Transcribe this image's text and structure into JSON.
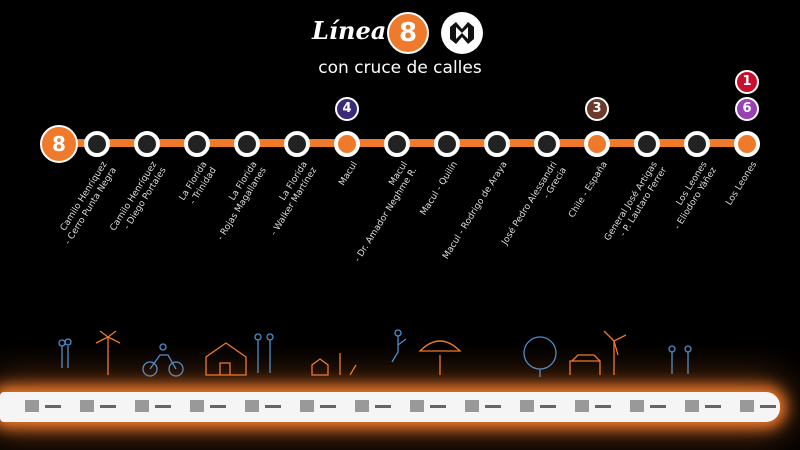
{
  "header": {
    "line_word": "Línea",
    "line_number": "8",
    "subtitle": "con cruce de calles",
    "logo": "metro-santiago-logo"
  },
  "colors": {
    "line8": "#f07a2c",
    "line4": "#3b2a7a",
    "line3": "#6b3a2a",
    "line1": "#c8102e",
    "line6": "#9b3fb5"
  },
  "stations": [
    {
      "name": "Camilo Henríquez\n- Cerro Punta Negra",
      "transfers": []
    },
    {
      "name": "Camilo Henríquez\n- Diego Portales",
      "transfers": []
    },
    {
      "name": "La Florida\n- Trinidad",
      "transfers": []
    },
    {
      "name": "La Florida\n- Rojas Magallanes",
      "transfers": []
    },
    {
      "name": "La Florida\n- Walker Martínez",
      "transfers": []
    },
    {
      "name": "Macul",
      "transfers": [
        "4"
      ]
    },
    {
      "name": "Macul\n- Dr. Amador Neghme R.",
      "transfers": []
    },
    {
      "name": "Macul - Quilín",
      "transfers": []
    },
    {
      "name": "Macul - Rodrigo de Araya",
      "transfers": []
    },
    {
      "name": "José Pedro Alessandri\n- Grecia",
      "transfers": []
    },
    {
      "name": "Chile - España",
      "transfers": [
        "3"
      ]
    },
    {
      "name": "General José Artigas\n- P. Lautaro Ferrer",
      "transfers": []
    },
    {
      "name": "Los Leones\n- Eliodoro Yáñez",
      "transfers": []
    },
    {
      "name": "Los Leones",
      "transfers": [
        "1",
        "6"
      ]
    }
  ]
}
